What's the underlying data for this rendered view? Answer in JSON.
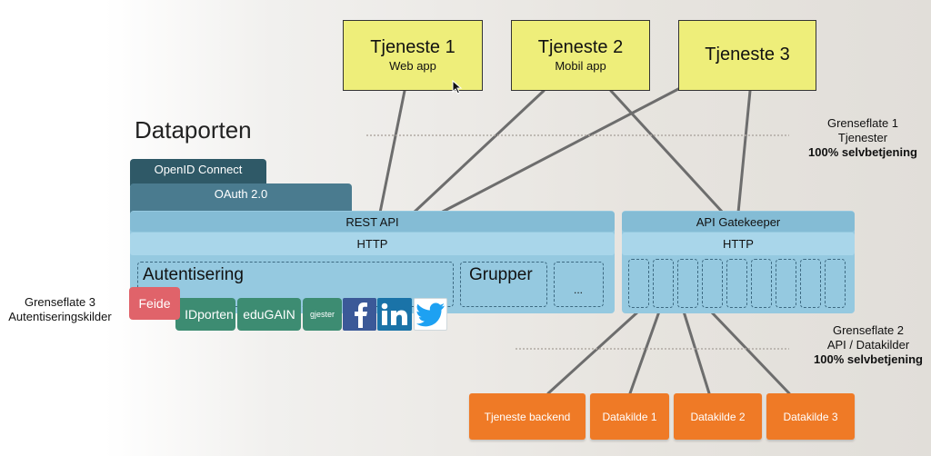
{
  "services": [
    {
      "name": "Tjeneste 1",
      "sub": "Web app"
    },
    {
      "name": "Tjeneste 2",
      "sub": "Mobil app"
    },
    {
      "name": "Tjeneste 3",
      "sub": ""
    }
  ],
  "title": "Dataporten",
  "layers": {
    "openid": "OpenID Connect",
    "oauth": "OAuth 2.0",
    "rest_api": "REST API",
    "http_left": "HTTP",
    "gatekeeper": "API Gatekeeper",
    "http_right": "HTTP"
  },
  "modules": {
    "auth": "Autentisering",
    "groups": "Grupper",
    "more": "..."
  },
  "auth_sources": [
    "Feide",
    "IDporten",
    "eduGAIN",
    "gjester"
  ],
  "social_sources": [
    "facebook-icon",
    "linkedin-icon",
    "twitter-icon"
  ],
  "data_sources": [
    "Tjeneste backend",
    "Datakilde 1",
    "Datakilde 2",
    "Datakilde 3"
  ],
  "interfaces": {
    "g1": {
      "title": "Grenseflate 1",
      "line2": "Tjenester",
      "line3": "100% selvbetjening"
    },
    "g2": {
      "title": "Grenseflate 2",
      "line2": "API / Datakilder",
      "line3": "100% selvbetjening"
    },
    "g3": {
      "title": "Grenseflate 3",
      "line2": "Autentiseringskilder"
    }
  },
  "colors": {
    "service": "#eeee7a",
    "dark_teal": "#2f5967",
    "mid_teal": "#4a7b8f",
    "light_blue": "#95c9e0",
    "auth_source": "#3d8c72",
    "feide": "#e0636a",
    "data_source": "#ef7a26"
  }
}
